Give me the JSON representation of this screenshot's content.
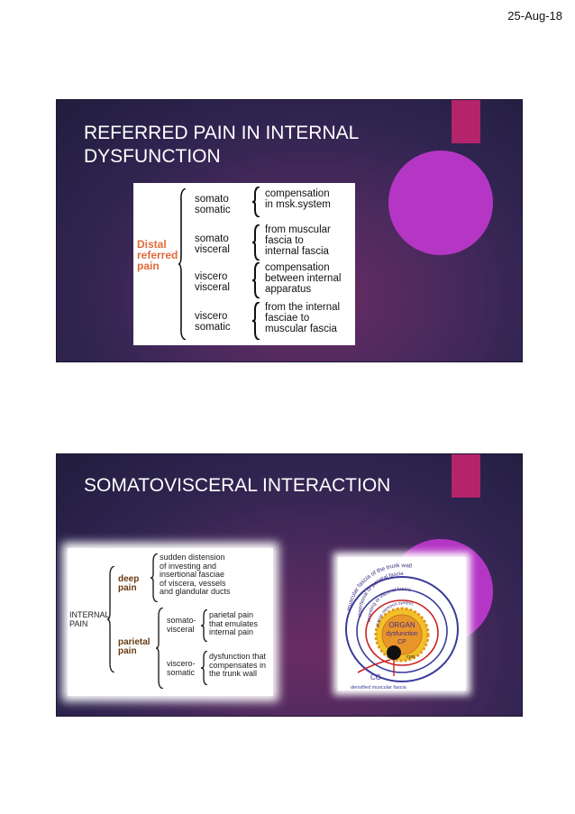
{
  "header": {
    "date": "25-Aug-18"
  },
  "slide1": {
    "title": "REFERRED PAIN IN INTERNAL\nDYSFUNCTION",
    "figure": {
      "distal_label": "Distal\nreferred\npain",
      "rows": [
        {
          "label": "somato\nsomatic",
          "desc": "compensation\nin msk.system"
        },
        {
          "label": "somato\nvisceral",
          "desc": "from muscular\nfascia to\ninternal fascia"
        },
        {
          "label": "viscero\nvisceral",
          "desc": "compensation\nbetween internal\napparatus"
        },
        {
          "label": "viscero\nsomatic",
          "desc": "from the internal\nfasciae to\nmuscular fascia"
        }
      ]
    }
  },
  "slide2": {
    "title": "SOMATOVISCERAL INTERACTION",
    "figure_left": {
      "root": "INTERNAL\nPAIN",
      "deep_pain": "deep\npain",
      "deep_desc": "sudden distension\nof investing and\ninsertional fasciae\nof viscera, vessels\nand glandular ducts",
      "parietal_pain": "parietal\npain",
      "somato_visceral": "somato-\nvisceral",
      "somato_visceral_desc": "parietal pain\nthat emulates\ninternal pain",
      "viscero_somatic": "viscero-\nsomatic",
      "viscero_somatic_desc": "dysfunction that\ncompensates in\nthe trunk wall"
    },
    "figure_right": {
      "ring1": "muscular fascia of the trunk wall",
      "ring2": "insertional or parietal fascia",
      "ring3": "investing or visceral fascia",
      "ring4": "enteric nervous system",
      "organ": "ORGAN",
      "dysfunction": "dysfunction",
      "cp": "CP",
      "cyst": "cyst",
      "cc": "CC",
      "bottom": "densified muscular fascia"
    }
  },
  "colors": {
    "accent_bar": "#b3246a",
    "circle": "#b536c5",
    "distal": "#e06a3c",
    "organ": "#e8952a"
  }
}
